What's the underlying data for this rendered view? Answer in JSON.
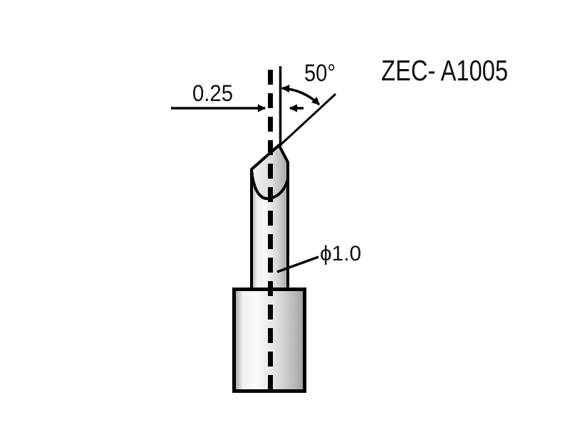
{
  "diagram": {
    "title": "ZEC- A1005",
    "labels": {
      "tip_width": "0.25",
      "tip_angle": "50°",
      "shaft_diameter": "ϕ1.0"
    }
  },
  "colors": {
    "background": "#ffffff",
    "line": "#000000",
    "text": "#111111",
    "metal_highlight": "#fafafa",
    "metal_shadow": "#8a8a8a"
  }
}
